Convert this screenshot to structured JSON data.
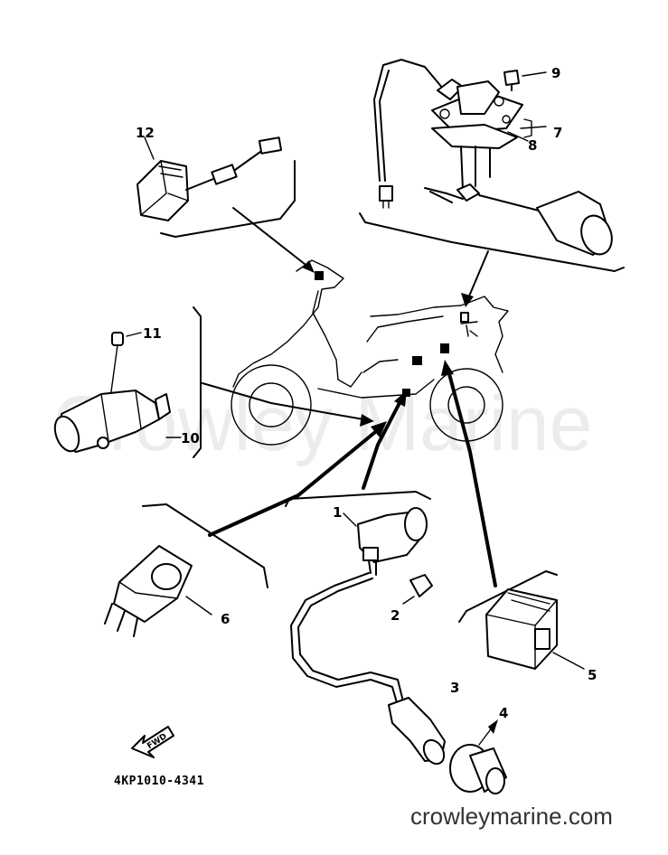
{
  "callouts": [
    "1",
    "2",
    "3",
    "4",
    "5",
    "6",
    "7",
    "8",
    "9",
    "10",
    "11",
    "12"
  ],
  "part_code": "4KP1010-4341",
  "forward_label": "FWD",
  "watermark": "Crowley Marine",
  "footer": "crowleymarine.com"
}
